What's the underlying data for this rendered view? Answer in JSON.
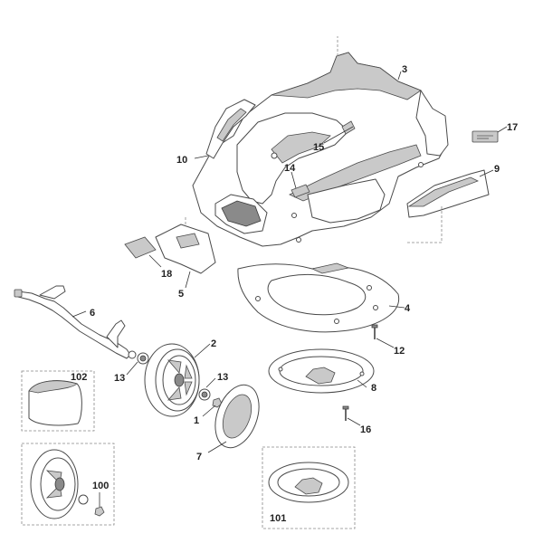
{
  "callouts": [
    {
      "id": "c1",
      "text": "1"
    },
    {
      "id": "c2",
      "text": "2"
    },
    {
      "id": "c3",
      "text": "3"
    },
    {
      "id": "c4",
      "text": "4"
    },
    {
      "id": "c5",
      "text": "5"
    },
    {
      "id": "c6",
      "text": "6"
    },
    {
      "id": "c7",
      "text": "7"
    },
    {
      "id": "c8",
      "text": "8"
    },
    {
      "id": "c9",
      "text": "9"
    },
    {
      "id": "c10",
      "text": "10"
    },
    {
      "id": "c12",
      "text": "12"
    },
    {
      "id": "c13a",
      "text": "13"
    },
    {
      "id": "c13b",
      "text": "13"
    },
    {
      "id": "c14",
      "text": "14"
    },
    {
      "id": "c15",
      "text": "15"
    },
    {
      "id": "c16",
      "text": "16"
    },
    {
      "id": "c17",
      "text": "17"
    },
    {
      "id": "c18",
      "text": "18"
    },
    {
      "id": "c100",
      "text": "100"
    },
    {
      "id": "c101",
      "text": "101"
    },
    {
      "id": "c102",
      "text": "102"
    }
  ]
}
